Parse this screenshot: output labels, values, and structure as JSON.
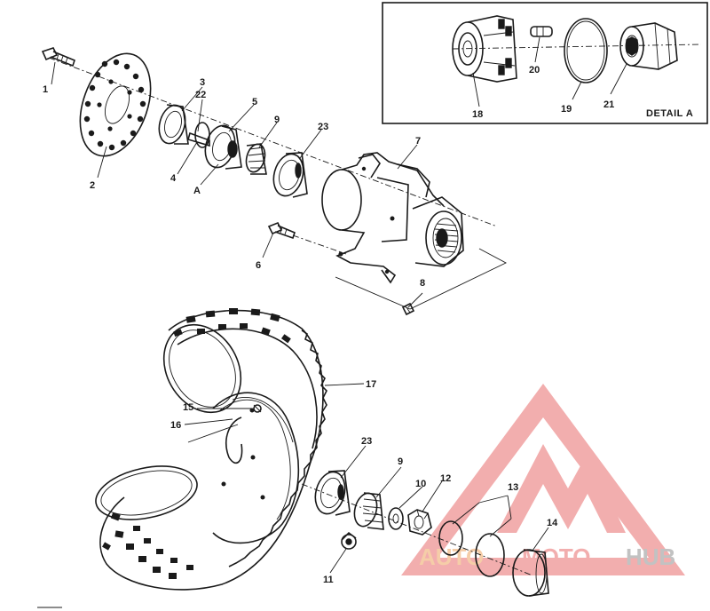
{
  "detail": {
    "title": "DETAIL A"
  },
  "parts": [
    {
      "id": "p1",
      "text": "1"
    },
    {
      "id": "p2",
      "text": "2"
    },
    {
      "id": "p3",
      "text": "3"
    },
    {
      "id": "p22",
      "text": "22"
    },
    {
      "id": "p5",
      "text": "5"
    },
    {
      "id": "p9a",
      "text": "9"
    },
    {
      "id": "p23a",
      "text": "23"
    },
    {
      "id": "p4",
      "text": "4"
    },
    {
      "id": "pA",
      "text": "A"
    },
    {
      "id": "p7",
      "text": "7"
    },
    {
      "id": "p6",
      "text": "6"
    },
    {
      "id": "p8",
      "text": "8"
    },
    {
      "id": "p17",
      "text": "17"
    },
    {
      "id": "p15",
      "text": "15"
    },
    {
      "id": "p16",
      "text": "16"
    },
    {
      "id": "p23b",
      "text": "23"
    },
    {
      "id": "p9b",
      "text": "9"
    },
    {
      "id": "p10",
      "text": "10"
    },
    {
      "id": "p12",
      "text": "12"
    },
    {
      "id": "p13",
      "text": "13"
    },
    {
      "id": "p14",
      "text": "14"
    },
    {
      "id": "p11",
      "text": "11"
    },
    {
      "id": "p18",
      "text": "18"
    },
    {
      "id": "p19",
      "text": "19"
    },
    {
      "id": "p20",
      "text": "20"
    },
    {
      "id": "p21",
      "text": "21"
    }
  ],
  "watermark": {
    "word1": "AUTO",
    "word2": "MOTO",
    "word3": "HUB",
    "color_red": "#f0a0a0",
    "color_orange": "#f4c59a",
    "color_gray": "#b8b8b8"
  }
}
